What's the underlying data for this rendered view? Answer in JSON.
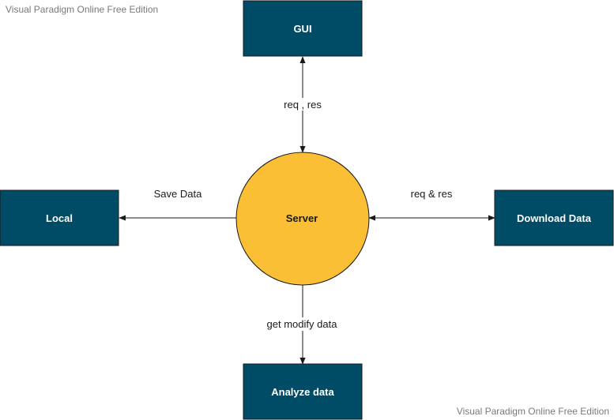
{
  "watermarks": {
    "top_left": "Visual Paradigm Online Free Edition",
    "bottom_right": "Visual Paradigm Online Free Edition"
  },
  "colors": {
    "box_fill": "#004c66",
    "box_stroke": "#1a1a1a",
    "box_text": "#ffffff",
    "circle_fill": "#fbbf35",
    "circle_stroke": "#1a1a1a",
    "connector": "#1a1a1a",
    "label_text": "#1a1a1a"
  },
  "nodes": {
    "gui": {
      "label": "GUI"
    },
    "local": {
      "label": "Local"
    },
    "server": {
      "label": "Server"
    },
    "download": {
      "label": "Download Data"
    },
    "analyze": {
      "label": "Analyze data"
    }
  },
  "edges": {
    "server_gui": {
      "label": "req , res",
      "direction": "both"
    },
    "server_local": {
      "label": "Save Data",
      "direction": "to-target"
    },
    "server_download": {
      "label": "req & res",
      "direction": "both"
    },
    "server_analyze": {
      "label": "get modify data",
      "direction": "to-target"
    }
  }
}
